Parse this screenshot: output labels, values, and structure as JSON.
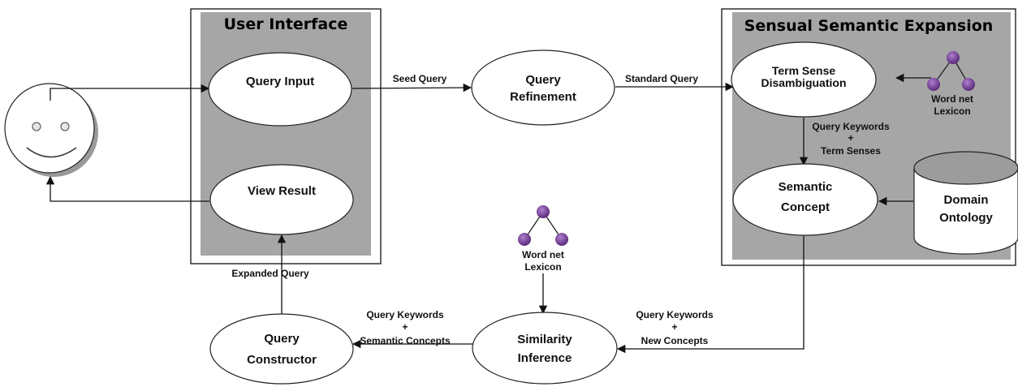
{
  "panels": {
    "user_interface": "User Interface",
    "semantic_expansion": "Sensual Semantic Expansion"
  },
  "nodes": {
    "query_input": "Query Input",
    "view_result": "View Result",
    "query_refinement": [
      "Query",
      "Refinement"
    ],
    "term_sense": [
      "Term Sense",
      "Disambiguation"
    ],
    "semantic_concept": [
      "Semantic",
      "Concept"
    ],
    "domain_ontology": [
      "Domain",
      "Ontology"
    ],
    "similarity_inference": [
      "Similarity",
      "Inference"
    ],
    "query_constructor": [
      "Query",
      "Constructor"
    ]
  },
  "lexicons": {
    "wordnet_top": [
      "Word net",
      "Lexicon"
    ],
    "wordnet_middle": [
      "Word net",
      "Lexicon"
    ]
  },
  "edges": {
    "seed_query": "Seed Query",
    "standard_query": "Standard Query",
    "keywords_term_senses": [
      "Query Keywords",
      "+",
      "Term Senses"
    ],
    "keywords_new_concepts": [
      "Query Keywords",
      "+",
      "New Concepts"
    ],
    "keywords_semantic_concepts": [
      "Query Keywords",
      "+",
      "Semantic Concepts"
    ],
    "expanded_query": "Expanded Query"
  },
  "colors": {
    "panel_fill": "#a6a6a6",
    "lexicon_node": "#7a3d9a"
  }
}
